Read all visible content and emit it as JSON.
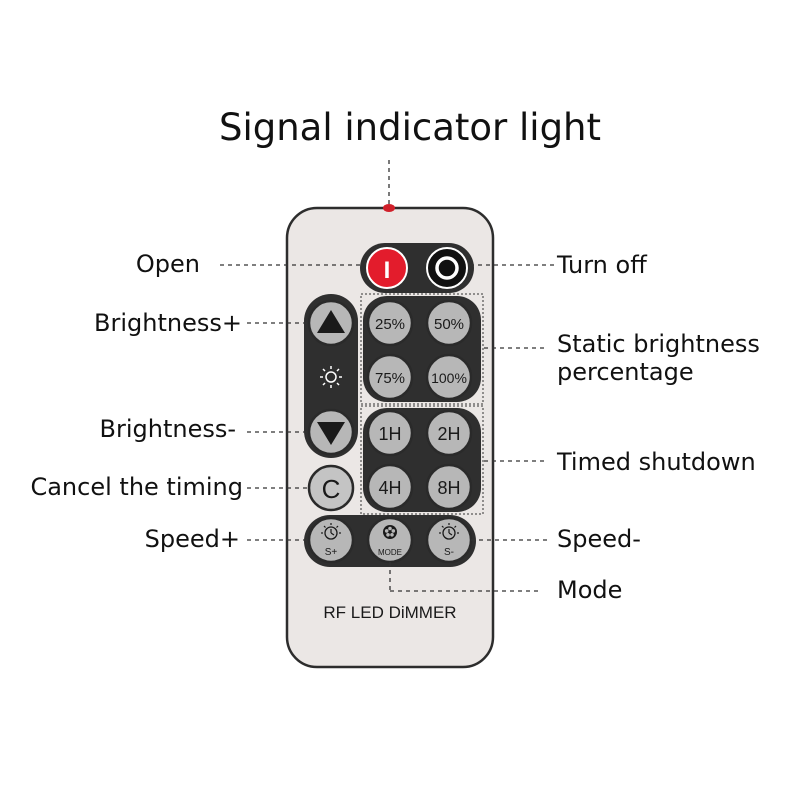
{
  "title": "Signal indicator light",
  "labels": {
    "open": "Open",
    "turn_off": "Turn off",
    "brightness_plus": "Brightness+",
    "brightness_minus": "Brightness-",
    "static_brightness_1": "Static brightness",
    "static_brightness_2": "percentage",
    "timed_shutdown": "Timed shutdown",
    "cancel_timing": "Cancel the timing",
    "speed_plus": "Speed+",
    "speed_minus": "Speed-",
    "mode": "Mode"
  },
  "remote": {
    "brand_text": "RF LED DiMMER",
    "power_on_glyph": "I",
    "cancel_label": "C",
    "brightness_buttons": [
      "25%",
      "50%",
      "75%",
      "100%"
    ],
    "timer_buttons": [
      "1H",
      "2H",
      "4H",
      "8H"
    ],
    "speed_plus_label": "S+",
    "mode_label": "MODE",
    "speed_minus_label": "S-"
  },
  "colors": {
    "body": "#ebe7e5",
    "panel": "#2f2f2f",
    "button_gray": "#b7b7b7",
    "on_red": "#e31c2c",
    "indicator": "#d0202a"
  },
  "icons": {
    "brightness_up": "triangle-up-icon",
    "brightness_down": "triangle-down-icon",
    "brightness": "sun-icon",
    "speed": "sun-clock-icon",
    "mode": "flower-icon",
    "power_off": "ring-icon"
  }
}
